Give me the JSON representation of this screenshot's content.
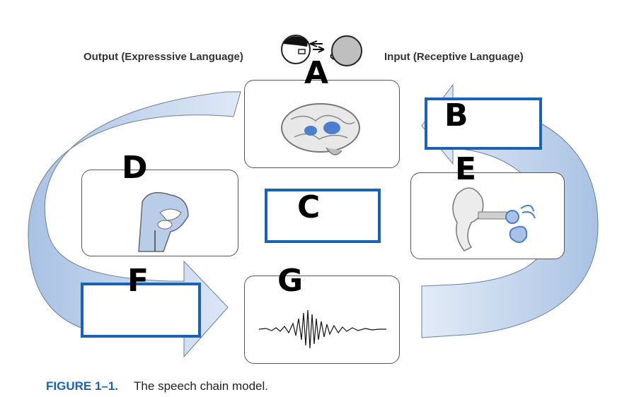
{
  "header": {
    "output_label": "Output (Expresssive Language)",
    "input_label": "Input (Receptive Language)"
  },
  "letters": {
    "a": "A",
    "b": "B",
    "c": "C",
    "d": "D",
    "e": "E",
    "f": "F",
    "g": "G"
  },
  "caption": {
    "figure_label": "FIGURE 1–1.",
    "text": "The speech chain model."
  },
  "colors": {
    "arrow_fill": "#c3d5ec",
    "arrow_fill_light": "#dde8f5",
    "box_border": "#1a62b6",
    "organ_blue": "#4a7fd0"
  },
  "icons": [
    "two-heads-icon",
    "brain-icon",
    "vocal-tract-icon",
    "ear-icon",
    "waveform-icon"
  ]
}
